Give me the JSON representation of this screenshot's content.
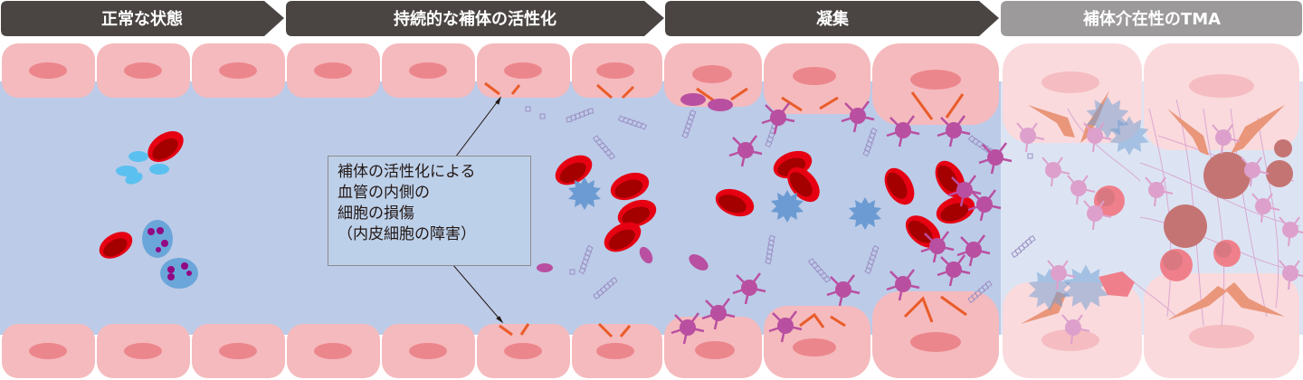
{
  "stages": [
    {
      "label": "正常な状態",
      "color": "#4a4543"
    },
    {
      "label": "持続的な補体の活性化",
      "color": "#4a4543"
    },
    {
      "label": "凝集",
      "color": "#4a4543"
    },
    {
      "label": "補体介在性のTMA",
      "color": "#9c9a9a"
    }
  ],
  "callout": {
    "lines": [
      "補体の活性化による",
      "血管の内側の",
      "細胞の損傷",
      "（内皮細胞の障害）"
    ]
  },
  "colors": {
    "vessel_lumen": "#bccbe8",
    "endothelial_cell": "#f5babd",
    "cell_nucleus": "#ec868d",
    "red_blood_cell": "#e60012",
    "red_blood_cell_center": "#a40000",
    "platelet": "#5ac0ef",
    "white_blood_cell": "#6aa6d9",
    "wbc_nucleus": "#920783",
    "activated_platelet": "#b94fa1",
    "complement_damage": "#e95c2a",
    "tma_background": "#dce4f3",
    "tma_cell": "#fadadd"
  }
}
